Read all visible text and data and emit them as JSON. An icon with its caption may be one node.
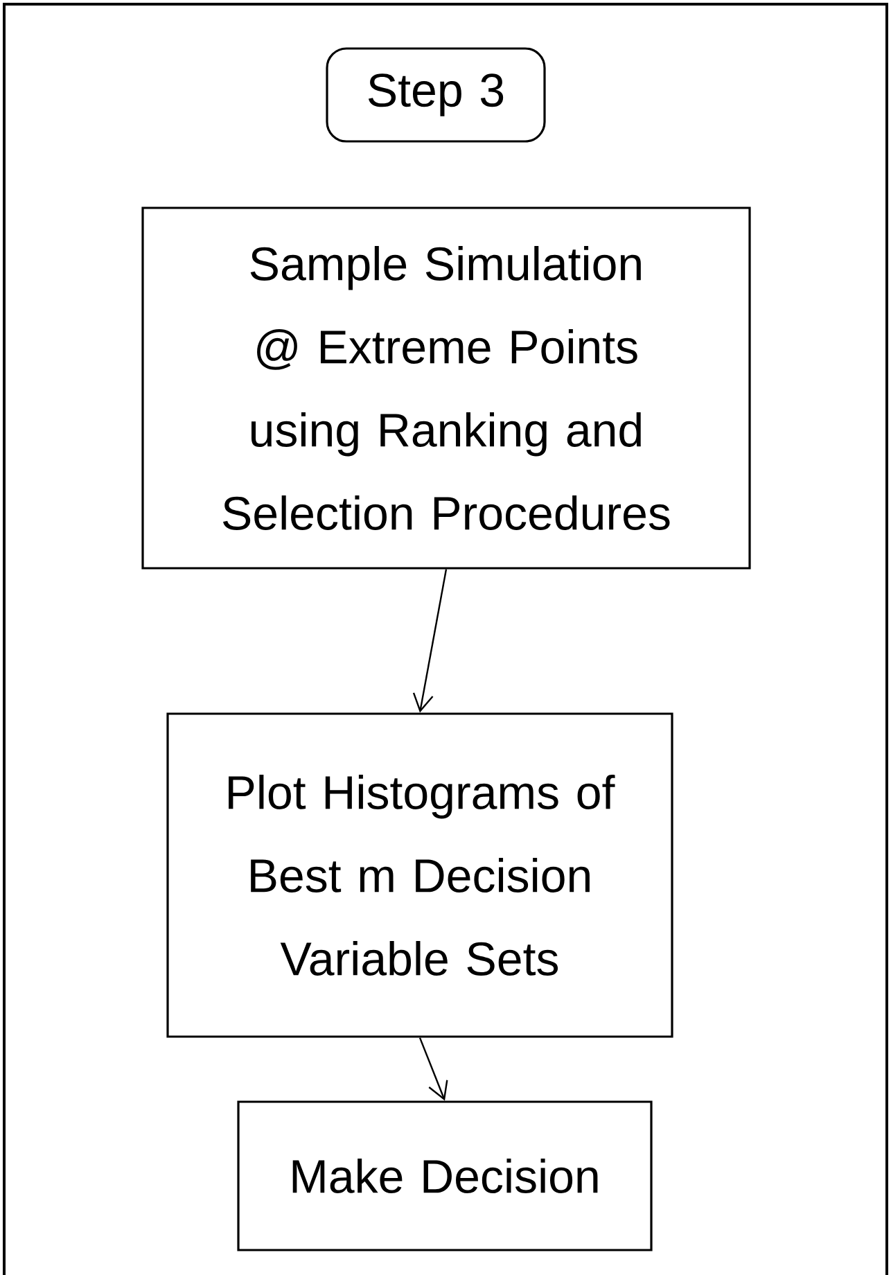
{
  "diagram": {
    "nodes": [
      {
        "text": [
          "Step 3"
        ]
      },
      {
        "text": [
          "Sample Simulation @ Extreme Points using Ranking and Selection Procedures"
        ]
      },
      {
        "text": [
          "Plot Histograms of Best m Decision Variable Sets"
        ]
      },
      {
        "text": [
          "Make Decision"
        ]
      }
    ],
    "edges": [
      {
        "from": 1,
        "to": 2,
        "arrow": "to"
      },
      {
        "from": 2,
        "to": 3,
        "arrow": "to"
      }
    ]
  }
}
